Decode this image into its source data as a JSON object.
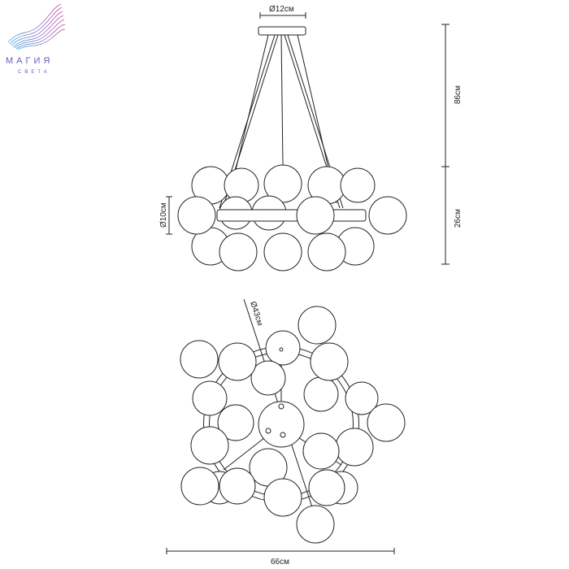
{
  "logo": {
    "line1": "МАГИЯ",
    "line2": "СВЕТА"
  },
  "dimensions": {
    "canopy_diameter": "Ø12см",
    "drop_height": "86см",
    "body_height": "26см",
    "globe_diameter": "Ø10см",
    "ring_diameter": "Ø43см",
    "total_width": "66см"
  },
  "colors": {
    "line": "#222222",
    "logo_start": "#3fa0e0",
    "logo_end": "#c040a0"
  }
}
